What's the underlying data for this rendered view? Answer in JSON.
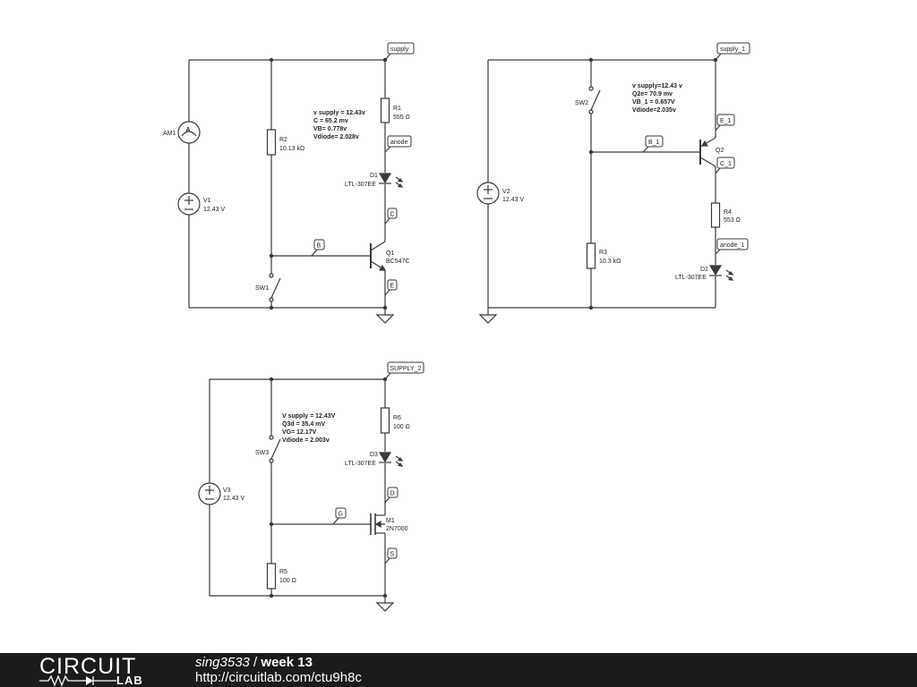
{
  "circuit1": {
    "supply_tag": "supply",
    "ammeter_name": "AM1",
    "ammeter_symbol": "A",
    "source_name": "V1",
    "source_value": "12.43 V",
    "r2_name": "R2",
    "r2_value": "10.13 kΩ",
    "r1_name": "R1",
    "r1_value": "555 Ω",
    "anode_tag": "anode",
    "diode_name": "D1",
    "diode_part": "LTL-307EE",
    "c_tag": "C",
    "b_tag": "B",
    "e_tag": "E",
    "q_name": "Q1",
    "q_part": "BC547C",
    "switch_name": "SW1",
    "notes": [
      "v supply = 12.43v",
      "C = 65.2 mv",
      "VB= 0.778v",
      "Vdiode= 2.028v"
    ]
  },
  "circuit2": {
    "supply_tag": "supply_1",
    "switch_name": "SW2",
    "source_name": "V2",
    "source_value": "12.43 V",
    "b_tag": "B_1",
    "e_tag": "E_1",
    "c_tag": "C_1",
    "q_name": "Q2",
    "r3_name": "R3",
    "r3_value": "10.3 kΩ",
    "r4_name": "R4",
    "r4_value": "553 Ω",
    "anode_tag": "anode_1",
    "diode_name": "D2",
    "diode_part": "LTL-307EE",
    "notes": [
      "v supply=12.43 v",
      "Q2e= 70.9 mv",
      "VB_1 = 0.657V",
      "Vdiode=2.035v"
    ]
  },
  "circuit3": {
    "supply_tag": "SUPPLY_2",
    "switch_name": "SW3",
    "source_name": "V3",
    "source_value": "12.43 V",
    "r6_name": "R6",
    "r6_value": "100 Ω",
    "diode_name": "D3",
    "diode_part": "LTL-307EE",
    "d_tag": "D",
    "g_tag": "G",
    "s_tag": "S",
    "m_name": "M1",
    "m_part": "2N7000",
    "r5_name": "R5",
    "r5_value": "100 Ω",
    "notes": [
      "V supply = 12.43V",
      "Q3d = 35.4 mV",
      "VG= 12.17V",
      "Vdiode = 2.003v"
    ]
  },
  "footer": {
    "logo_top": "CIRCUIT",
    "logo_bottom": "LAB",
    "user": "sing3533",
    "separator": " / ",
    "title": "week 13",
    "url": "http://circuitlab.com/ctu9h8c"
  }
}
